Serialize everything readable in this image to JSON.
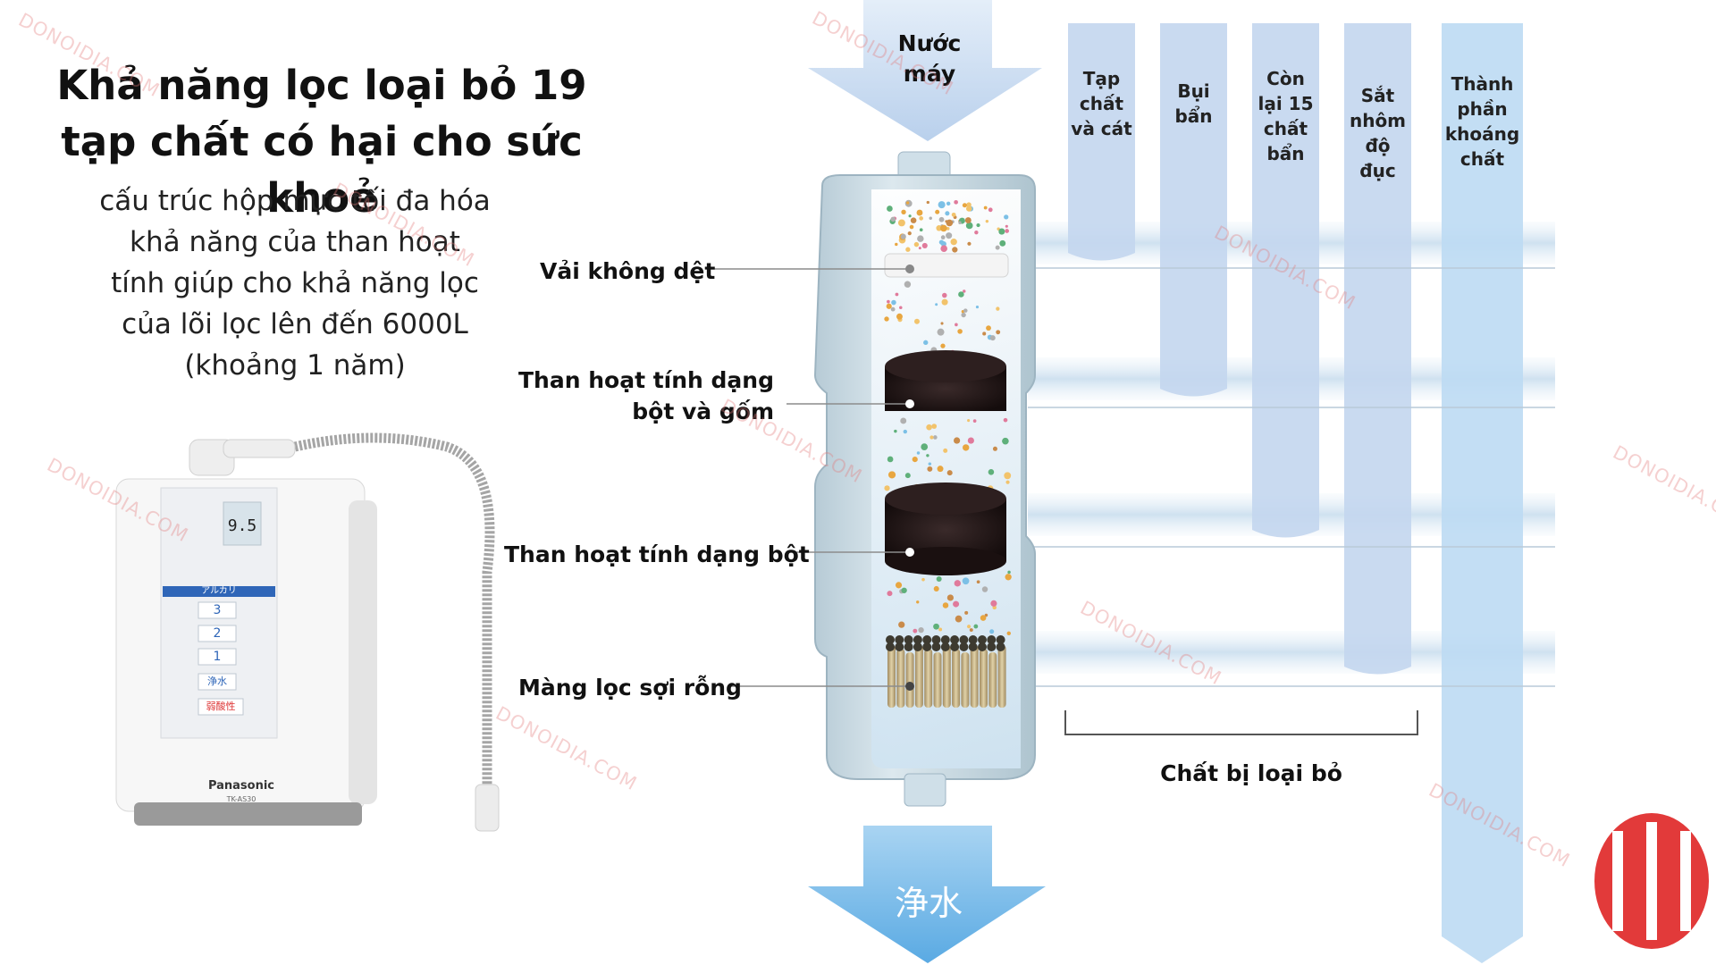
{
  "heading": {
    "title": "Khả năng lọc loại bỏ 19 tạp chất có hại cho sức khoẻ",
    "subtitle_lines": [
      "cấu trúc hộp mực tối đa hóa",
      "khả năng của than hoạt",
      "tính giúp cho khả năng lọc",
      "của lõi lọc lên đến 6000L",
      "(khoảng 1 năm)"
    ]
  },
  "inlet": {
    "line1": "Nước",
    "line2": "máy"
  },
  "outlet": {
    "label": "浄水"
  },
  "layers": [
    {
      "label": "Vải không dệt"
    },
    {
      "label_line1": "Than hoạt tính dạng",
      "label_line2": "bột và gốm"
    },
    {
      "label": "Than hoạt tính dạng bột"
    },
    {
      "label": "Màng lọc sợi rỗng"
    }
  ],
  "columns": [
    {
      "lines": [
        "Tạp",
        "chất",
        "và cát"
      ]
    },
    {
      "lines": [
        "Bụi",
        "bẩn"
      ]
    },
    {
      "lines": [
        "Còn",
        "lại 15",
        "chất",
        "bẩn"
      ]
    },
    {
      "lines": [
        "Sắt",
        "nhôm",
        "độ đục"
      ]
    },
    {
      "lines": [
        "Thành",
        "phần",
        "khoáng",
        "chất"
      ]
    }
  ],
  "removed_label": "Chất bị loại bỏ",
  "device": {
    "brand": "Panasonic",
    "model": "TK-AS30",
    "lcd_value": "9.5",
    "band_label": "アルカリ",
    "level_values": [
      "3",
      "2",
      "1"
    ],
    "mode_filtered": "浄水",
    "mode_acid": "弱酸性"
  },
  "watermark": "DONOIDIA.COM",
  "colors": {
    "column_blue": "#c3d6ee",
    "band_blue": "#d9e8f4",
    "arrow_out": "#6fb5e6",
    "logo_red": "#e23a3a"
  }
}
